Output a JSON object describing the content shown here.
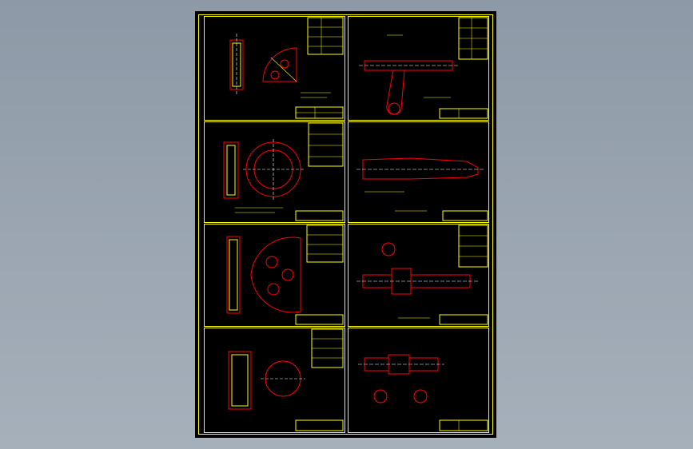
{
  "app": {
    "view": "cad-drawing-preview",
    "background": "#9aa5b1"
  },
  "sheet": {
    "frame_color": "#ffff00",
    "part_color": "#ff0000",
    "center_color": "#ffffff",
    "panels": [
      {
        "id": "p1",
        "kind": "gear-sector"
      },
      {
        "id": "p2",
        "kind": "shaft-assembly"
      },
      {
        "id": "p3",
        "kind": "flange-disc"
      },
      {
        "id": "p4",
        "kind": "long-shaft"
      },
      {
        "id": "p5",
        "kind": "arm-plate"
      },
      {
        "id": "p6",
        "kind": "stepped-shaft"
      },
      {
        "id": "p7",
        "kind": "hub-disc"
      },
      {
        "id": "p8",
        "kind": "small-shaft"
      }
    ]
  }
}
